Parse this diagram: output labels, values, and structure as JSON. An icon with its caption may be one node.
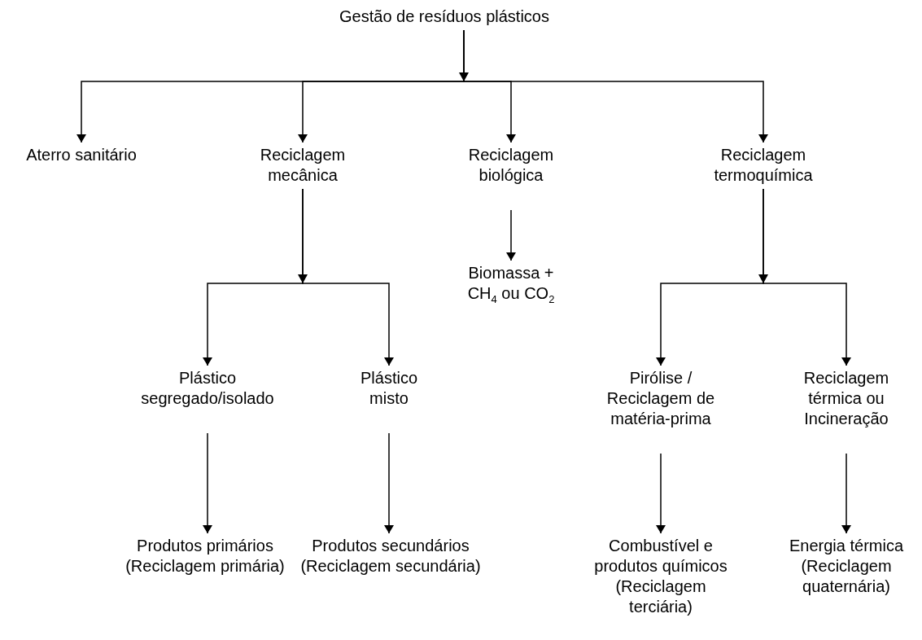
{
  "diagram": {
    "nodes": [
      {
        "text": [
          "Gestão de resíduos plásticos"
        ]
      },
      {
        "text": [
          "Aterro sanitário"
        ]
      },
      {
        "text": [
          "Reciclagem mecânica"
        ]
      },
      {
        "text": [
          "Reciclagem biológica"
        ]
      },
      {
        "text": [
          "Reciclagem termoquímica"
        ]
      },
      {
        "text": [
          "Biomassa + CH$_{4}$ ou CO$_{2}$"
        ]
      },
      {
        "text": [
          "Plástico segregado/isolado"
        ]
      },
      {
        "text": [
          "Plástico misto"
        ]
      },
      {
        "text": [
          "Pirólise / Reciclagem de matéria-prima"
        ]
      },
      {
        "text": [
          "Reciclagem térmica ou Incineração"
        ]
      },
      {
        "text": [
          "Produtos primários (Reciclagem primária)"
        ]
      },
      {
        "text": [
          "Produtos secundários (Reciclagem secundária)"
        ]
      },
      {
        "text": [
          "Combustível e produtos químicos (Reciclagem terciária)"
        ]
      },
      {
        "text": [
          "Energia térmica (Reciclagem quaternária)"
        ]
      }
    ],
    "edges": [
      {
        "from": 0,
        "to": 1,
        "arrow": "to"
      },
      {
        "from": 0,
        "to": 2,
        "arrow": "to"
      },
      {
        "from": 0,
        "to": 3,
        "arrow": "to"
      },
      {
        "from": 0,
        "to": 4,
        "arrow": "to"
      },
      {
        "from": 3,
        "to": 5,
        "arrow": "to"
      },
      {
        "from": 2,
        "to": 6,
        "arrow": "to"
      },
      {
        "from": 2,
        "to": 7,
        "arrow": "to"
      },
      {
        "from": 4,
        "to": 8,
        "arrow": "to"
      },
      {
        "from": 4,
        "to": 9,
        "arrow": "to"
      },
      {
        "from": 6,
        "to": 10,
        "arrow": "to"
      },
      {
        "from": 7,
        "to": 11,
        "arrow": "to"
      },
      {
        "from": 8,
        "to": 12,
        "arrow": "to"
      },
      {
        "from": 9,
        "to": 13,
        "arrow": "to"
      }
    ]
  }
}
